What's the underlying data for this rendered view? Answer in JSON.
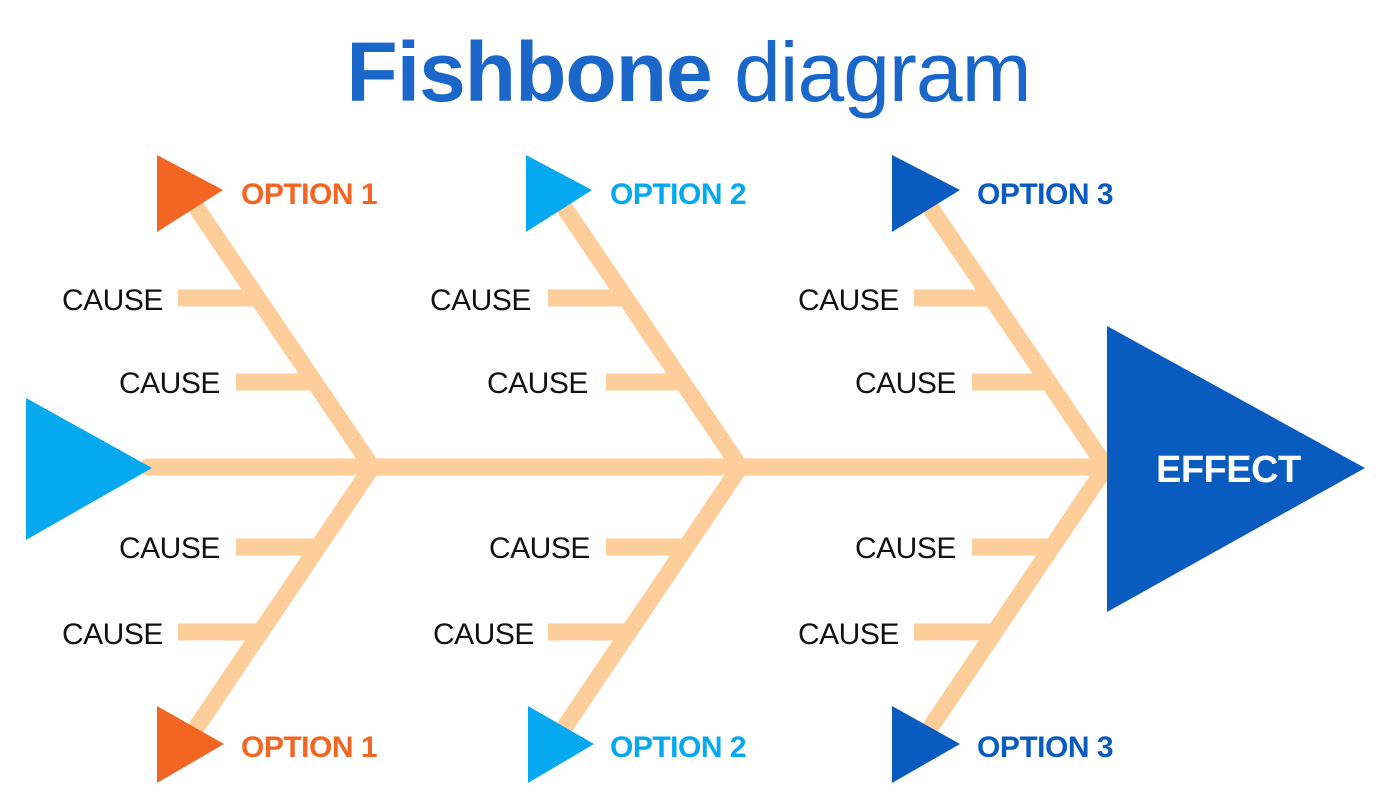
{
  "title": {
    "bold": "Fishbone",
    "light": "diagram"
  },
  "colors": {
    "title": "#1a66c9",
    "bone": "#fdcd9a",
    "tail": "#06a8ef",
    "option_1": "#f26522",
    "option_2": "#06a8ef",
    "option_3": "#0a5bbf",
    "effect": "#0a5bbf",
    "effect_text": "#ffffff",
    "cause_text": "#111111"
  },
  "effect": {
    "label": "EFFECT"
  },
  "options": {
    "top": [
      "OPTION 1",
      "OPTION 2",
      "OPTION 3"
    ],
    "bottom": [
      "OPTION 1",
      "OPTION 2",
      "OPTION 3"
    ]
  },
  "causes": {
    "top": [
      [
        "CAUSE",
        "CAUSE"
      ],
      [
        "CAUSE",
        "CAUSE"
      ],
      [
        "CAUSE",
        "CAUSE"
      ]
    ],
    "bottom": [
      [
        "CAUSE",
        "CAUSE"
      ],
      [
        "CAUSE",
        "CAUSE"
      ],
      [
        "CAUSE",
        "CAUSE"
      ]
    ]
  }
}
